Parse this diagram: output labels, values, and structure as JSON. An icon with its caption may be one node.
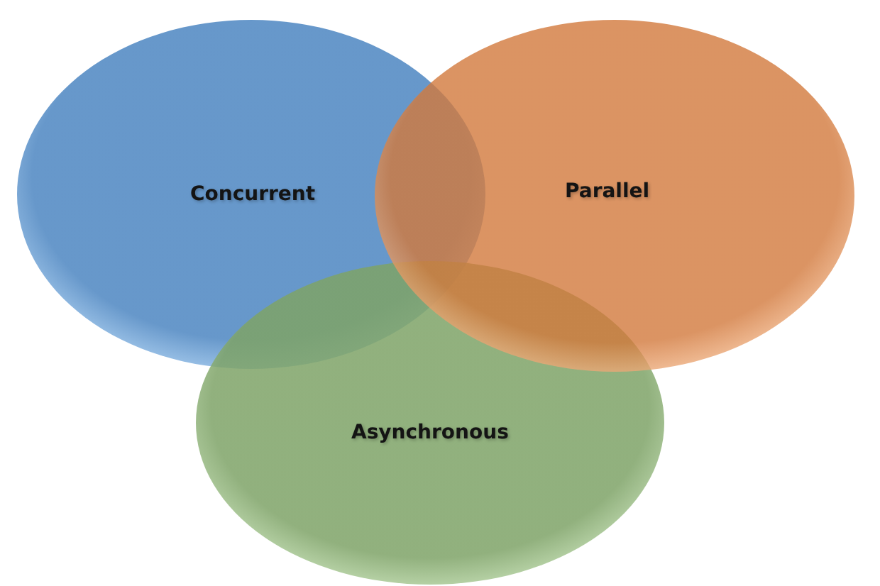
{
  "diagram": {
    "nodes": [
      {
        "text": [
          "Concurrent"
        ]
      },
      {
        "text": [
          "Parallel"
        ]
      },
      {
        "text": [
          "Asynchronous"
        ]
      }
    ]
  }
}
